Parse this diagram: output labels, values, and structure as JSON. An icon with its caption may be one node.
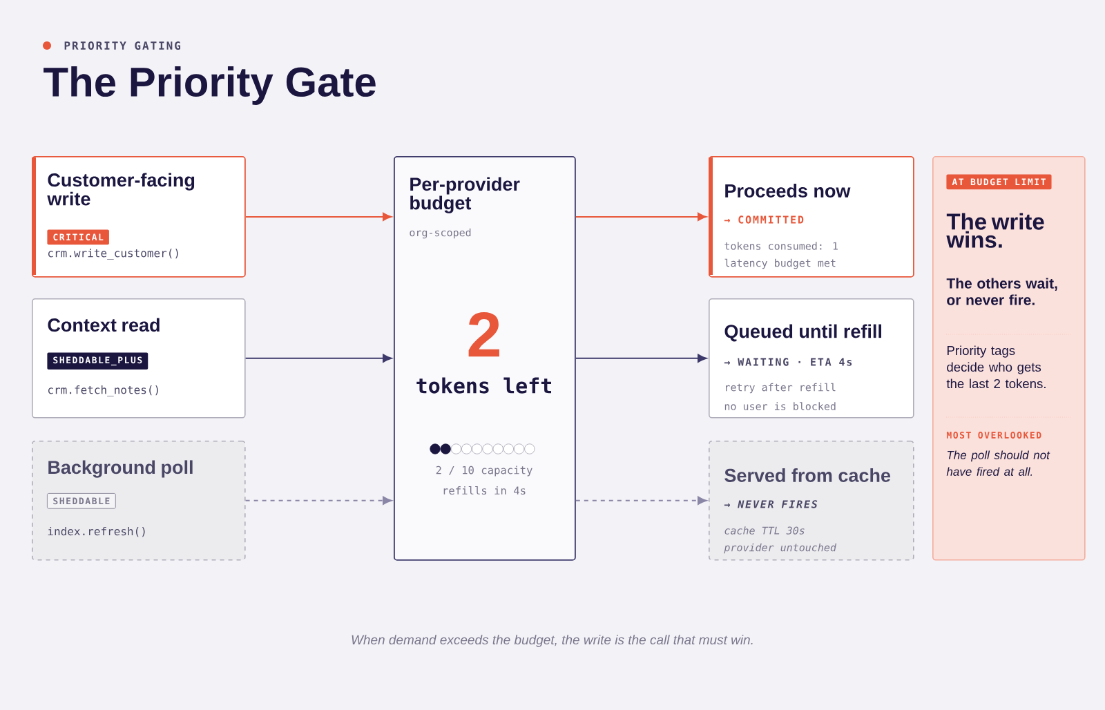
{
  "diagram": {
    "title": "The Priority Gate",
    "caption": "When demand exceeds the budget, the write is the call that must win.",
    "labels": [
      "PRIORITY GATING"
    ],
    "nodes": [
      {
        "text": [
          "Customer-facing write",
          "CRITICAL",
          "crm.write_customer()"
        ]
      },
      {
        "text": [
          "Context read",
          "SHEDDABLE_PLUS",
          "crm.fetch_notes()"
        ]
      },
      {
        "text": [
          "Background poll",
          "SHEDDABLE",
          "index.refresh()"
        ]
      },
      {
        "text": [
          "Per-provider budget",
          "org-scoped",
          "2",
          "tokens left",
          "2 / 10 capacity",
          "refills in 4s"
        ]
      },
      {
        "text": [
          "Proceeds now",
          "→ COMMITTED",
          "tokens consumed: 1",
          "latency budget met"
        ]
      },
      {
        "text": [
          "Queued until refill",
          "→ WAITING · ETA 4s",
          "retry after refill",
          "no user is blocked"
        ]
      },
      {
        "text": [
          "Served from cache",
          "→ NEVER FIRES",
          "cache TTL 30s",
          "provider untouched"
        ]
      },
      {
        "text": [
          "AT BUDGET LIMIT",
          "The write wins.",
          "The others wait, or never fire.",
          "Priority tags decide who gets the last 2 tokens.",
          "MOST OVERLOOKED",
          "The poll should not have fired at all."
        ]
      }
    ],
    "edges": [
      {
        "from": 0,
        "to": 3,
        "arrow": "to",
        "color": "#e8573a"
      },
      {
        "from": 1,
        "to": 3,
        "arrow": "to",
        "color": "#3d3a6b"
      },
      {
        "from": 2,
        "to": 3,
        "arrow": "to",
        "style": "dashed",
        "color": "#8a86a6"
      },
      {
        "from": 3,
        "to": 4,
        "arrow": "to",
        "color": "#e8573a"
      },
      {
        "from": 3,
        "to": 5,
        "arrow": "to",
        "color": "#3d3a6b"
      },
      {
        "from": 3,
        "to": 6,
        "arrow": "to",
        "style": "dashed",
        "color": "#8a86a6"
      }
    ]
  }
}
